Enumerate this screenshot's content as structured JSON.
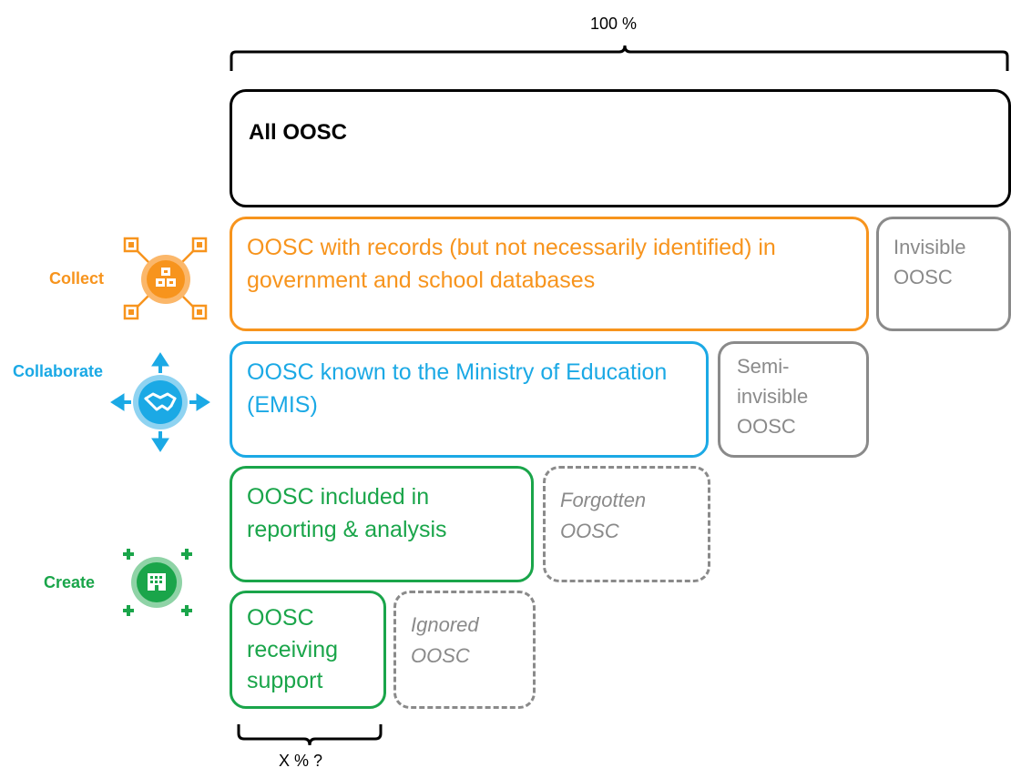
{
  "top_label": "100 %",
  "bottom_label": "X % ?",
  "boxes": {
    "all": "All OOSC",
    "records": "OOSC with records (but not necessarily identified) in government and school databases",
    "invisible": "Invisible OOSC",
    "known": "OOSC known to the Ministry of Education (EMIS)",
    "semi_invisible": "Semi-invisible OOSC",
    "reporting": "OOSC included in reporting & analysis",
    "forgotten": "Forgotten OOSC",
    "support": "OOSC receiving support",
    "ignored": "Ignored OOSC"
  },
  "phases": {
    "collect": "Collect",
    "collaborate": "Collaborate",
    "create": "Create"
  },
  "icons": {
    "collect": "database-network-icon",
    "collaborate": "handshake-arrows-icon",
    "create": "building-plus-icon"
  },
  "colors": {
    "collect": "#f7941d",
    "collaborate": "#1ba9e5",
    "create": "#1aa54a",
    "neutral": "#8a8a8a",
    "main": "#000000"
  }
}
